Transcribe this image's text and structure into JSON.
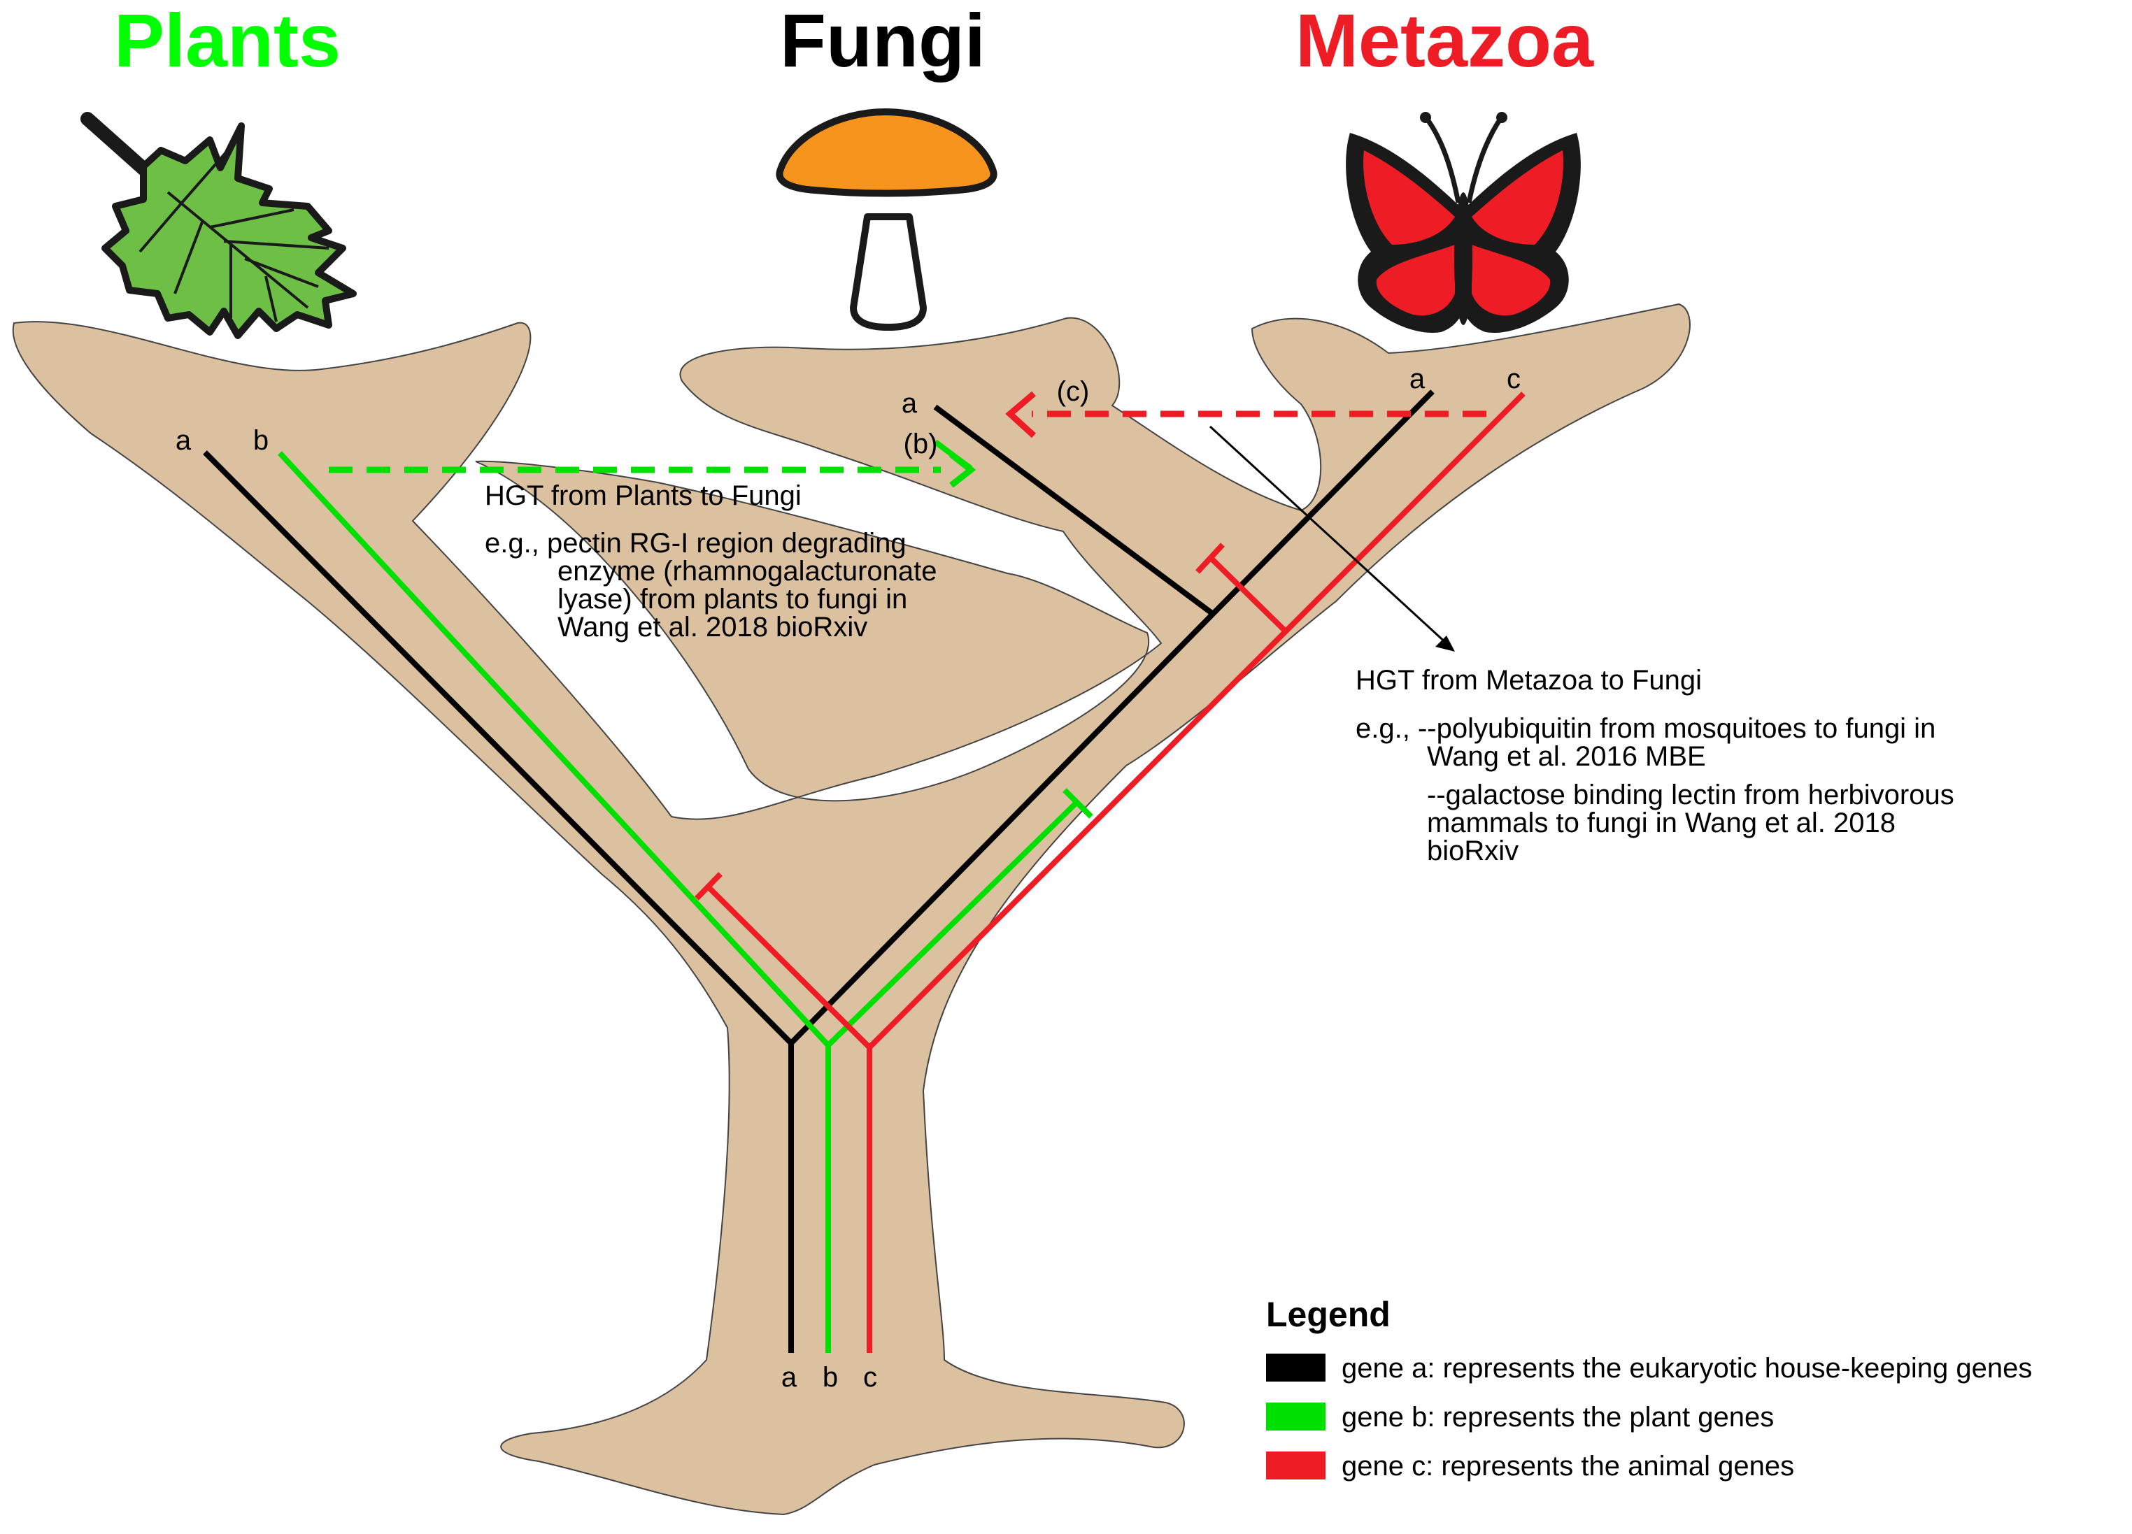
{
  "titles": {
    "plants": "Plants",
    "fungi": "Fungi",
    "metazoa": "Metazoa"
  },
  "colors": {
    "plants": "#00ff00",
    "fungi": "#000000",
    "metazoa": "#ee1c25",
    "tree": "#dbc1a0",
    "gene_a": "#000000",
    "gene_b": "#00e000",
    "gene_c": "#ee1c25",
    "mushroom_cap": "#f7941d",
    "leaf": "#6dbf45",
    "butterfly_wing": "#ee1c25"
  },
  "icons": {
    "plants": "maple-leaf-icon",
    "fungi": "mushroom-icon",
    "metazoa": "butterfly-icon"
  },
  "gene_labels": {
    "plants_a": "a",
    "plants_b": "b",
    "fungi_a": "a",
    "fungi_b": "(b)",
    "fungi_c": "(c)",
    "metazoa_a": "a",
    "metazoa_c": "c",
    "trunk_a": "a",
    "trunk_b": "b",
    "trunk_c": "c"
  },
  "hgt_plants": {
    "title": "HGT from Plants to Fungi",
    "example_lines": [
      "e.g., pectin RG-I region degrading",
      "enzyme (rhamnogalacturonate",
      "lyase) from plants to fungi in",
      "Wang et al. 2018 bioRxiv"
    ]
  },
  "hgt_metazoa": {
    "title": "HGT from Metazoa to Fungi",
    "example_lines": [
      "e.g., --polyubiquitin from mosquitoes to fungi in",
      "Wang et al. 2016 MBE",
      "--galactose binding lectin from herbivorous",
      "mammals to fungi in Wang et al. 2018",
      "bioRxiv"
    ]
  },
  "legend": {
    "title": "Legend",
    "items": [
      {
        "color": "#000000",
        "label": "gene a: represents the eukaryotic house-keeping genes"
      },
      {
        "color": "#00e000",
        "label": "gene b: represents the plant genes"
      },
      {
        "color": "#ee1c25",
        "label": "gene c: represents the animal genes"
      }
    ]
  }
}
